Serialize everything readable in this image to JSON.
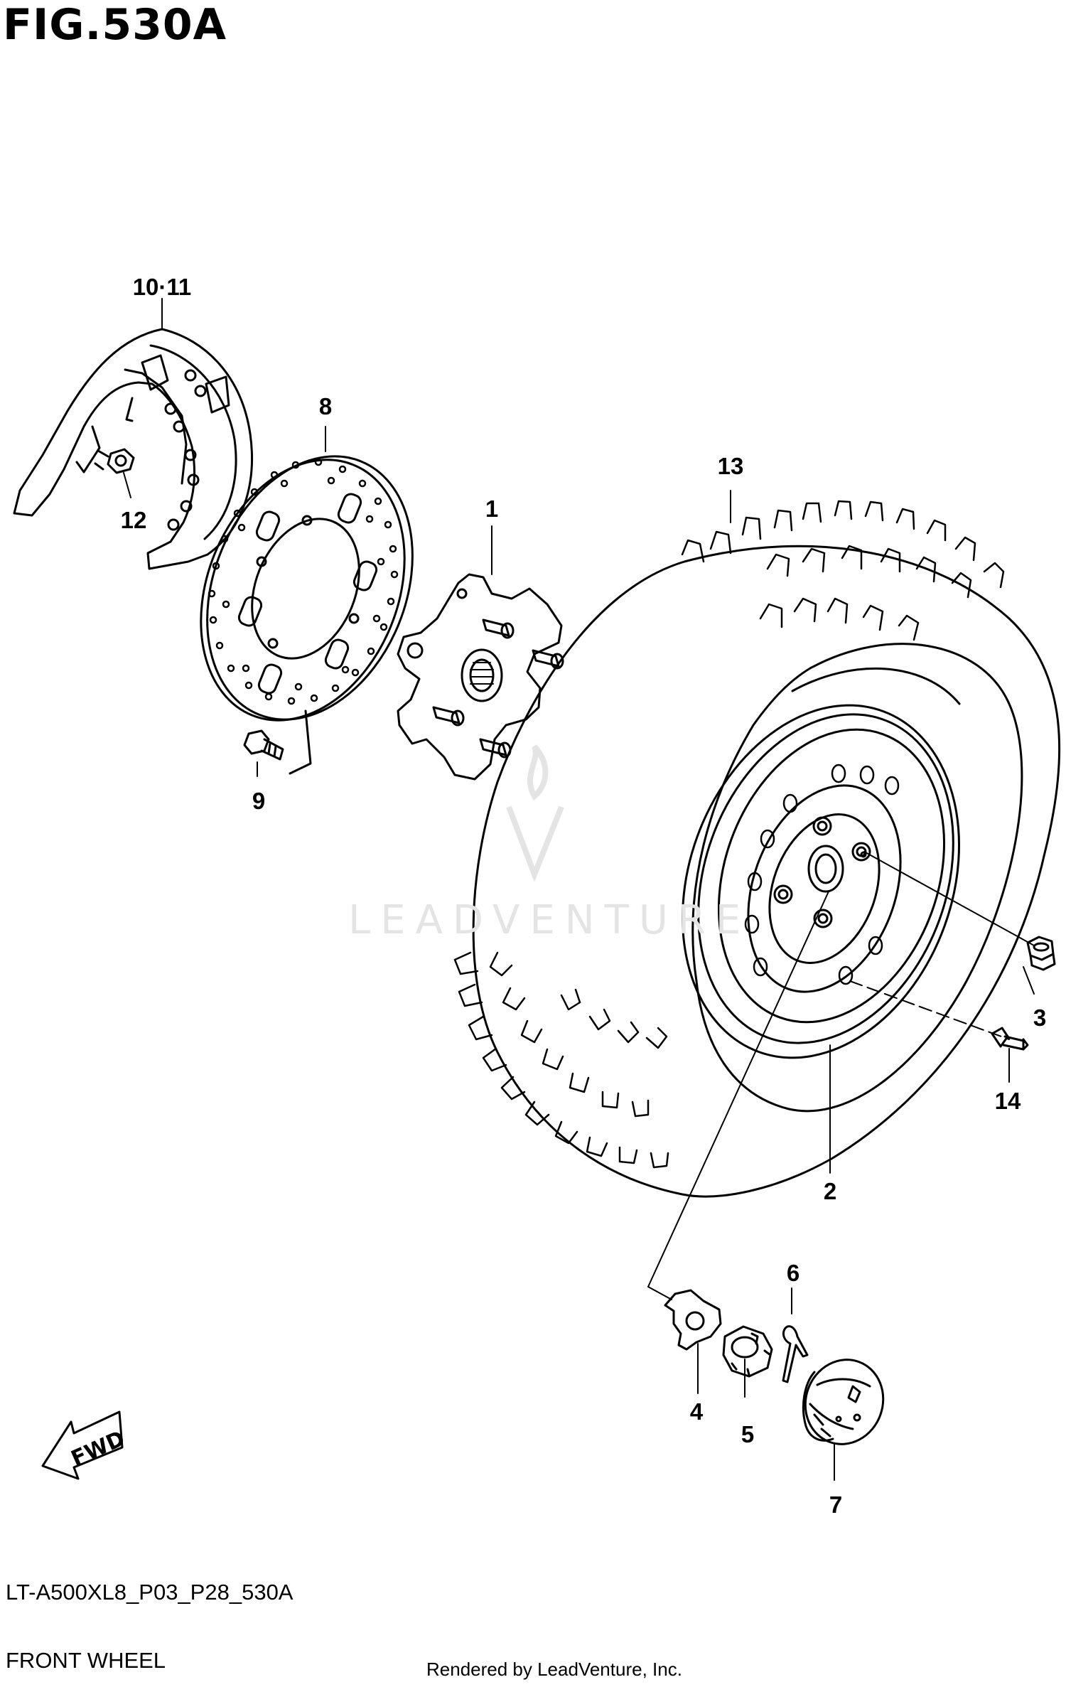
{
  "figure": {
    "title": "FIG.530A",
    "code": "LT-A500XL8_P03_P28_530A",
    "subtitle": "FRONT WHEEL",
    "credit": "Rendered by LeadVenture, Inc.",
    "watermark": "LEADVENTURE",
    "fwd_label": "FWD"
  },
  "callouts": {
    "c10_11": "10·11",
    "c8": "8",
    "c12": "12",
    "c13": "13",
    "c1": "1",
    "c9": "9",
    "c3": "3",
    "c14": "14",
    "c2": "2",
    "c6": "6",
    "c4": "4",
    "c5": "5",
    "c7": "7"
  },
  "colors": {
    "line": "#000000",
    "watermark": "#e4e4e4"
  }
}
